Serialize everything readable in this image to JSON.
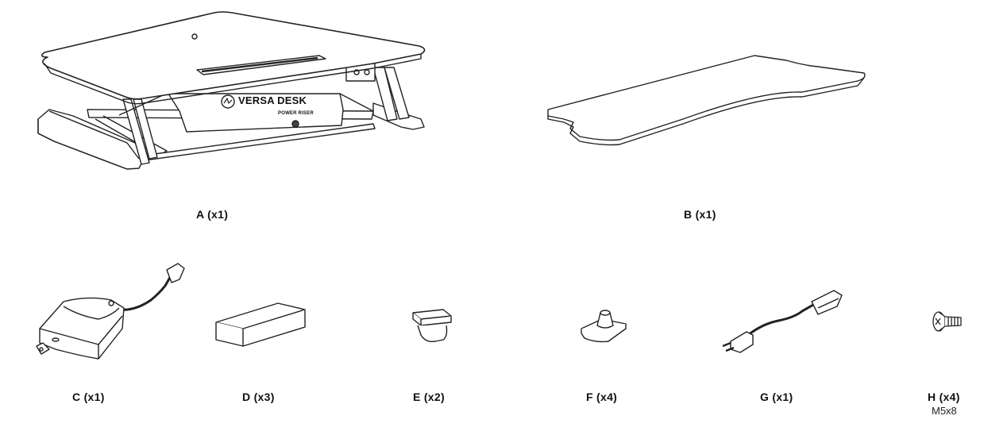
{
  "parts": [
    {
      "id": "A",
      "label": "A (x1)",
      "brand": "VERSA DESK",
      "model": "POWER RISER"
    },
    {
      "id": "B",
      "label": "B (x1)"
    },
    {
      "id": "C",
      "label": "C (x1)"
    },
    {
      "id": "D",
      "label": "D (x3)"
    },
    {
      "id": "E",
      "label": "E (x2)"
    },
    {
      "id": "F",
      "label": "F (x4)"
    },
    {
      "id": "G",
      "label": "G (x1)"
    },
    {
      "id": "H",
      "label": "H (x4)",
      "spec": "M5x8"
    }
  ]
}
